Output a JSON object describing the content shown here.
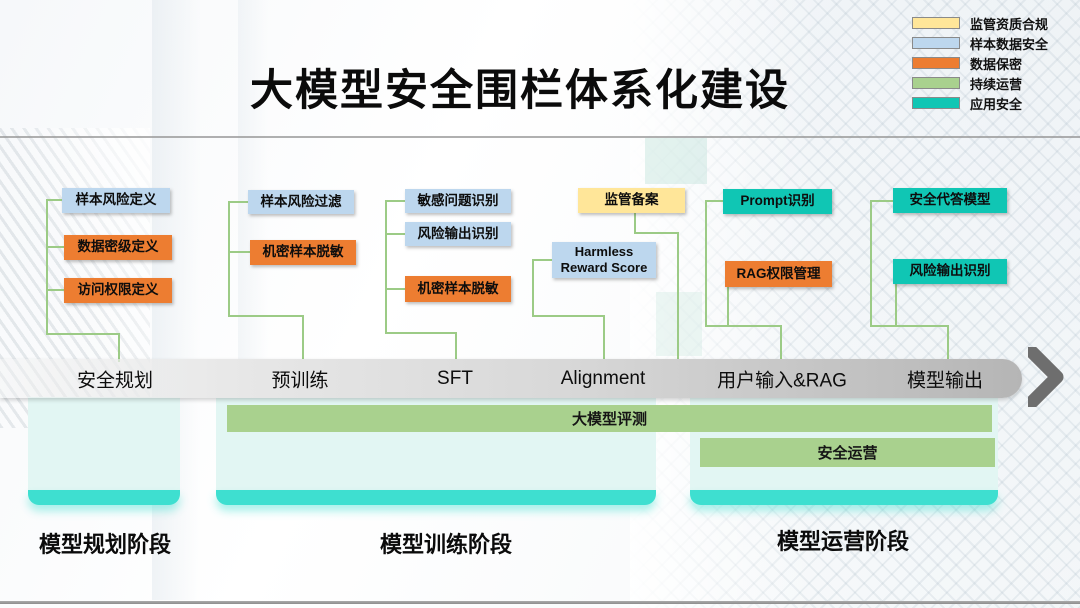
{
  "slide": {
    "title": "大模型安全围栏体系化建设"
  },
  "legend": {
    "items": [
      {
        "label": "监管资质合规",
        "color": "#FFE699"
      },
      {
        "label": "样本数据安全",
        "color": "#BDD7EE"
      },
      {
        "label": "数据保密",
        "color": "#ED7D31"
      },
      {
        "label": "持续运营",
        "color": "#A9D18E"
      },
      {
        "label": "应用安全",
        "color": "#10C6B4"
      }
    ]
  },
  "columns": [
    {
      "stage": "安全规划",
      "boxes": [
        {
          "label": "样本风险定义",
          "color": "#BDD7EE"
        },
        {
          "label": "数据密级定义",
          "color": "#ED7D31"
        },
        {
          "label": "访问权限定义",
          "color": "#ED7D31"
        }
      ]
    },
    {
      "stage": "预训练",
      "boxes": [
        {
          "label": "样本风险过滤",
          "color": "#BDD7EE"
        },
        {
          "label": "机密样本脱敏",
          "color": "#ED7D31"
        }
      ]
    },
    {
      "stage": "SFT",
      "boxes": [
        {
          "label": "敏感问题识别",
          "color": "#BDD7EE"
        },
        {
          "label": "风险输出识别",
          "color": "#BDD7EE"
        },
        {
          "label": "机密样本脱敏",
          "color": "#ED7D31"
        }
      ]
    },
    {
      "stage": "Alignment",
      "boxes": [
        {
          "label": "监管备案",
          "color": "#FFE699"
        },
        {
          "label": "Harmless Reward Score",
          "color": "#BDD7EE"
        }
      ]
    },
    {
      "stage": "用户输入&RAG",
      "boxes": [
        {
          "label": "Prompt识别",
          "color": "#10C6B4"
        },
        {
          "label": "RAG权限管理",
          "color": "#ED7D31"
        }
      ]
    },
    {
      "stage": "模型输出",
      "boxes": [
        {
          "label": "安全代答模型",
          "color": "#10C6B4"
        },
        {
          "label": "风险输出识别",
          "color": "#10C6B4"
        }
      ]
    }
  ],
  "bars": {
    "evaluation": "大模型评测",
    "operation": "安全运营"
  },
  "phases": [
    {
      "label": "模型规划阶段"
    },
    {
      "label": "模型训练阶段"
    },
    {
      "label": "模型运营阶段"
    }
  ],
  "colors": {
    "green_bar": "#A9D18E",
    "teal_bar": "#3EDFD0",
    "panel_mint": "#E2F6F3",
    "connector_green": "#9CCB86",
    "band_gray": "#C9C9C9",
    "chevron_gray": "#6E6E6E"
  }
}
